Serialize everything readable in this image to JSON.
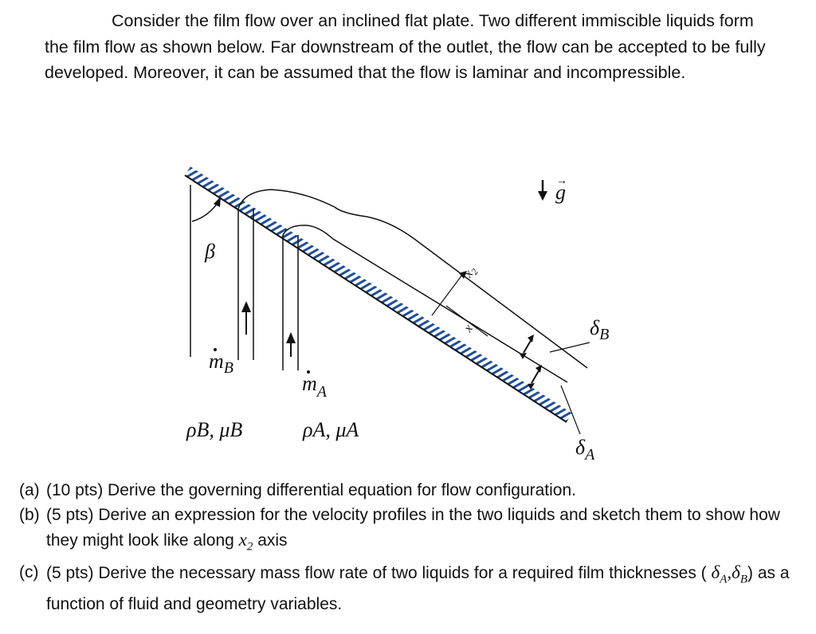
{
  "problem": {
    "intro": "Consider the film flow over an inclined flat plate. Two different immiscible liquids form the film flow as shown below. Far downstream of the outlet, the flow can be accepted to be fully developed. Moreover, it can be assumed that the flow is laminar and incompressible."
  },
  "diagram": {
    "beta": "β",
    "gravity": "g",
    "gravity_arrow": "→",
    "x1_label": "x",
    "x1_sub": "1",
    "x2_label": "x",
    "x2_sub": "2",
    "delta_b": "δ",
    "delta_b_sub": "B",
    "delta_a": "δ",
    "delta_a_sub": "A",
    "mdot_b": "m",
    "mdot_b_sub": "B",
    "mdot_a": "m",
    "mdot_a_sub": "A",
    "props_b": "ρB, μB",
    "props_a": "ρA, μA"
  },
  "questions": [
    {
      "tag": "(a)",
      "text": "(10 pts) Derive the governing differential equation for flow configuration."
    },
    {
      "tag": "(b)",
      "text": "(5 pts) Derive an expression for the velocity profiles in the two liquids and sketch them to show how they might look like along",
      "math_var": "x",
      "math_sub": "2",
      "tail": " axis"
    },
    {
      "tag": "(c)",
      "text": "(5 pts) Derive the necessary mass flow rate of two liquids for a required film thicknesses (",
      "math_prefix": "δ",
      "math_sub_a": "A",
      "math_sep": ",δ",
      "math_sub_b": "B",
      "tail": ") as a function of fluid and geometry variables."
    }
  ]
}
